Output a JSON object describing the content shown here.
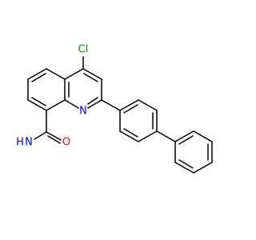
{
  "molecule": {
    "labels": {
      "chlorine": "Cl",
      "nitrogen_ring": "N",
      "oxygen": "O",
      "amide_n": "N",
      "amide_h": "H"
    },
    "colors": {
      "background": "#ffffff",
      "bond": "#000000",
      "chlorine": "#00a000",
      "nitrogen": "#0000ff",
      "oxygen": "#ff0000"
    }
  }
}
